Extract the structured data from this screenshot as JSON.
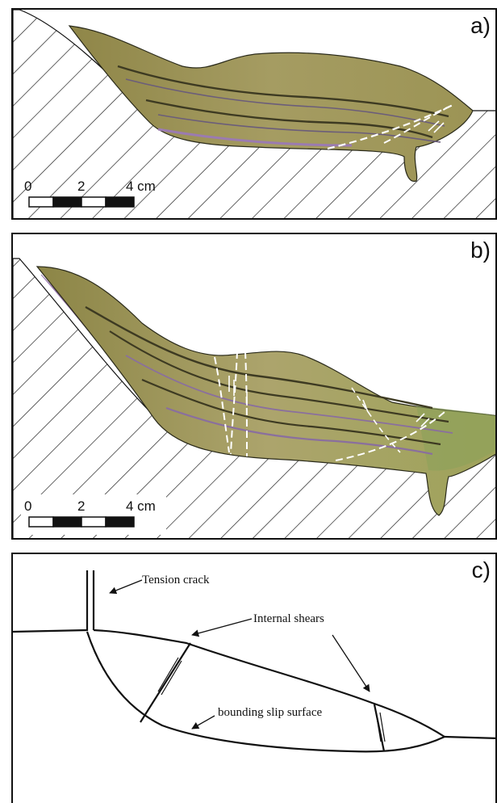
{
  "panels": {
    "a": {
      "label": "a)"
    },
    "b": {
      "label": "b)"
    },
    "c": {
      "label": "c)"
    }
  },
  "scale_bar": {
    "tick_0": "0",
    "tick_2": "2",
    "tick_4": "4 cm"
  },
  "annotations": {
    "tension_crack": "Tension crack",
    "internal_shears": "Internal shears",
    "bounding_slip_surface": "bounding slip surface"
  },
  "colors": {
    "slide_mass": "#a39a5e",
    "dark_layer": "#3d3a22",
    "purple_layer": "#8a6f9e",
    "basal_purple": "#c7a6d4",
    "hatch": "#222222",
    "shear_lines": "#ffffff"
  }
}
